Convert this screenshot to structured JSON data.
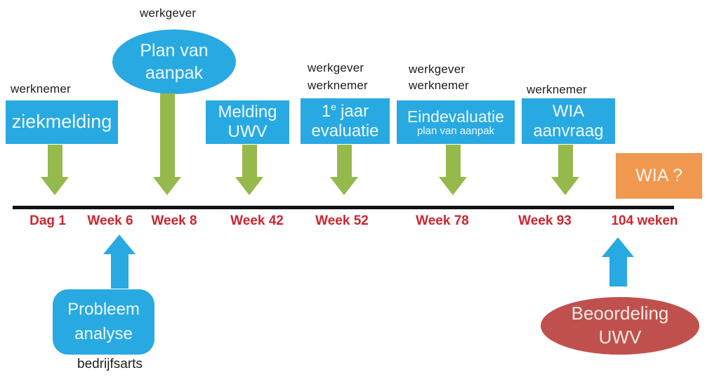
{
  "colors": {
    "node_blue": "#29A9E1",
    "arrow_green": "#95B94B",
    "box_orange": "#F0984F",
    "timeline_text_red": "#CC2630",
    "ellipse_brick": "#C0504D"
  },
  "roles": {
    "werknemer_ziekmelding": "werknemer",
    "werkgever_plan": "werkgever",
    "werkgever_jaarevaluatie": "werkgever",
    "werknemer_jaarevaluatie": "werknemer",
    "werkgever_eindevaluatie": "werkgever",
    "werknemer_eindevaluatie": "werknemer",
    "werknemer_wia": "werknemer",
    "bedrijfsarts": "bedrijfsarts"
  },
  "nodes": {
    "ziekmelding": {
      "label": "ziekmelding"
    },
    "plan_van_aanpak": {
      "line1": "Plan van",
      "line2": "aanpak"
    },
    "melding_uwv": {
      "line1": "Melding",
      "line2": "UWV"
    },
    "eerste_jaar_evaluatie": {
      "num": "1",
      "sup": "e",
      "rest": "jaar",
      "line2": "evaluatie"
    },
    "eindevaluatie": {
      "line1": "Eindevaluatie",
      "line2": "plan van aanpak"
    },
    "wia_aanvraag": {
      "line1": "WIA",
      "line2": "aanvraag"
    },
    "wia_vraag": {
      "label": "WIA ?"
    },
    "probleem_analyse": {
      "line1": "Probleem",
      "line2": "analyse"
    },
    "beoordeling_uwv": {
      "line1": "Beoordeling",
      "line2": "UWV"
    }
  },
  "timeline": {
    "ticks": [
      "Dag 1",
      "Week 6",
      "Week 8",
      "Week 42",
      "Week 52",
      "Week 78",
      "Week 93",
      "104 weken"
    ]
  }
}
